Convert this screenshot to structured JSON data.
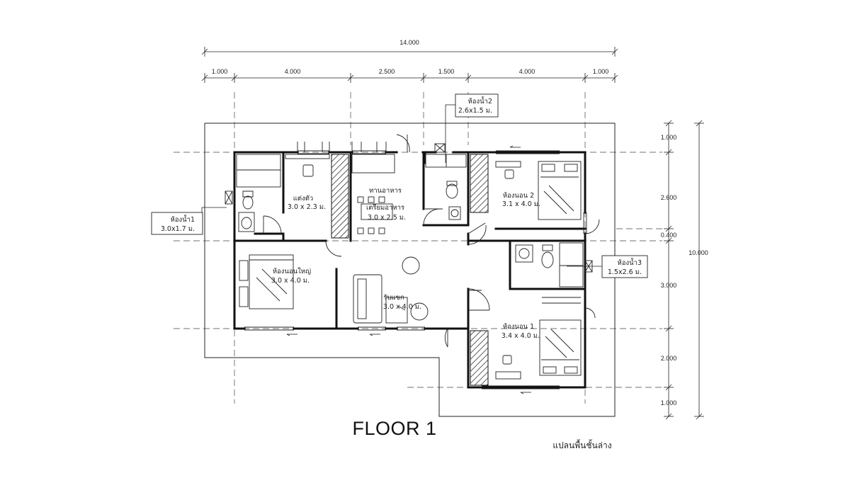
{
  "dimensions": {
    "total_width": "14.000",
    "total_depth": "10.000",
    "top_segments": [
      "1.000",
      "4.000",
      "2.500",
      "1.500",
      "4.000",
      "1.000"
    ],
    "right_segments": [
      "1.000",
      "2.600",
      "0.400",
      "3.000",
      "2.000",
      "1.000"
    ]
  },
  "rooms": {
    "dressing": {
      "name": "แต่งตัว",
      "size": "3.0 x 2.3 ม."
    },
    "dining": {
      "name": "ทานอาหาร",
      "name2": "เตรียมอาหาร",
      "size": "3.0 x 2.5 ม."
    },
    "bedroom2": {
      "name": "ห้องนอน 2",
      "size": "3.1 x 4.0 ม."
    },
    "master": {
      "name": "ห้องนอนใหญ่",
      "size": "3.0 x 4.0 ม."
    },
    "living": {
      "name": "รับแขก",
      "size": "3.0 x 4.0 ม."
    },
    "bedroom1": {
      "name": "ห้องนอน 1",
      "size": "3.4 x 4.0 ม."
    }
  },
  "callouts": {
    "bath1": {
      "name": "ห้องน้ำ1",
      "size": "3.0x1.7 ม."
    },
    "bath2": {
      "name": "ห้องน้ำ2",
      "size": "2.6x1.5 ม."
    },
    "bath3": {
      "name": "ห้องน้ำ3",
      "size": "1.5x2.6 ม."
    }
  },
  "title": "FLOOR 1",
  "subtitle": "แปลนพื้นชั้นล่าง"
}
